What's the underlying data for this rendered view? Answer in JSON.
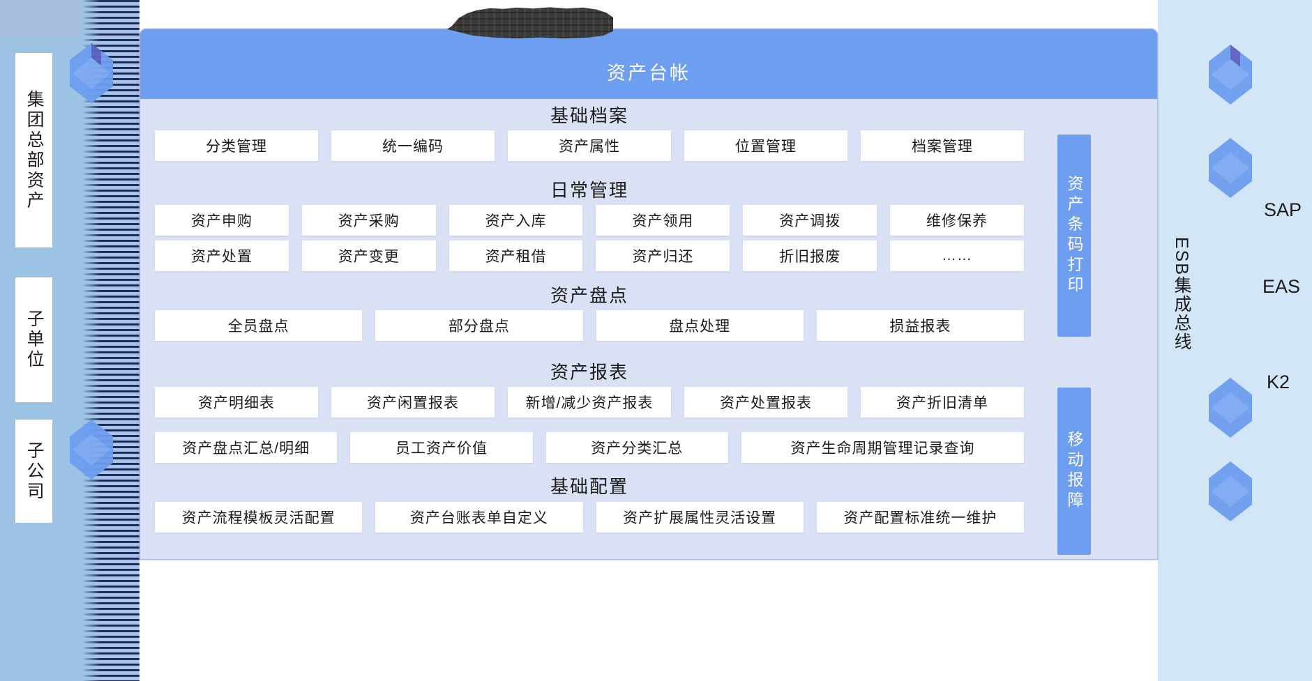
{
  "left_column": {
    "org_boxes": [
      {
        "label": "集团总部资产"
      },
      {
        "label": "子单位"
      },
      {
        "label": "子公司"
      }
    ]
  },
  "card": {
    "header_title": "资产台帐",
    "redacted_logo": "redacted-logo-blob",
    "sections": [
      {
        "title": "基础档案",
        "rows": [
          [
            "分类管理",
            "统一编码",
            "资产属性",
            "位置管理",
            "档案管理"
          ]
        ]
      },
      {
        "title": "日常管理",
        "rows": [
          [
            "资产申购",
            "资产采购",
            "资产入库",
            "资产领用",
            "资产调拨",
            "维修保养"
          ],
          [
            "资产处置",
            "资产变更",
            "资产租借",
            "资产归还",
            "折旧报废",
            "……"
          ]
        ]
      },
      {
        "title": "资产盘点",
        "rows": [
          [
            "全员盘点",
            "部分盘点",
            "盘点处理",
            "损益报表"
          ]
        ]
      },
      {
        "title": "资产报表",
        "rows": [
          [
            "资产明细表",
            "资产闲置报表",
            "新增/减少资产报表",
            "资产处置报表",
            "资产折旧清单"
          ],
          [
            "资产盘点汇总/明细",
            "员工资产价值",
            "资产分类汇总",
            "资产生命周期管理记录查询"
          ]
        ]
      },
      {
        "title": "基础配置",
        "rows": [
          [
            "资产流程模板灵活配置",
            "资产台账表单自定义",
            "资产扩展属性灵活设置",
            "资产配置标准统一维护"
          ]
        ]
      }
    ],
    "vertical_modules": [
      {
        "label": "资产条码打印"
      },
      {
        "label": "移动报障"
      }
    ]
  },
  "right_column": {
    "bus_label": "ESB集成总线",
    "external_systems": [
      "SAP",
      "EAS",
      "K2"
    ]
  },
  "colors": {
    "header_blue": "#6d9ef0",
    "card_bg": "#dbe1f4",
    "left_band": "#9cc3e3",
    "right_band": "#d3e6f8",
    "tile_bg": "#ffffff",
    "text": "#1b1b1b"
  }
}
